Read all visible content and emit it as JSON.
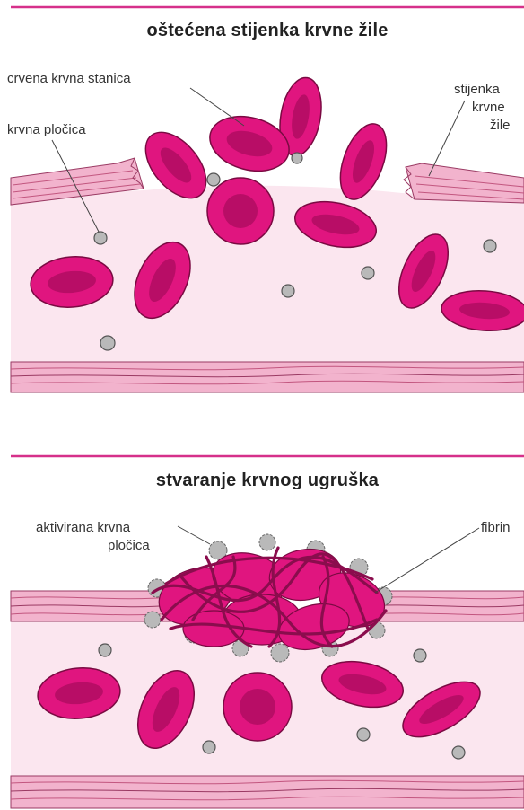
{
  "colors": {
    "accent": "#d6308a",
    "cell": "#e0157f",
    "cell_dark": "#a30a58",
    "cell_light": "#f06aa9",
    "lumen": "#fbe6ef",
    "wall": "#f2b3cd",
    "wall_stripe": "#c2567f",
    "platelet": "#b9b9b9",
    "fibrin": "#8a0d4d"
  },
  "panel1": {
    "title": "oštećena stijenka krvne žile",
    "labels": {
      "red_cell": "crvena krvna stanica",
      "platelet": "krvna pločica",
      "wall_line1": "stijenka",
      "wall_line2": "krvne",
      "wall_line3": "žile"
    }
  },
  "panel2": {
    "title": "stvaranje krvnog ugruška",
    "labels": {
      "activated_line1": "aktivirana krvna",
      "activated_line2": "pločica",
      "fibrin": "fibrin"
    }
  }
}
